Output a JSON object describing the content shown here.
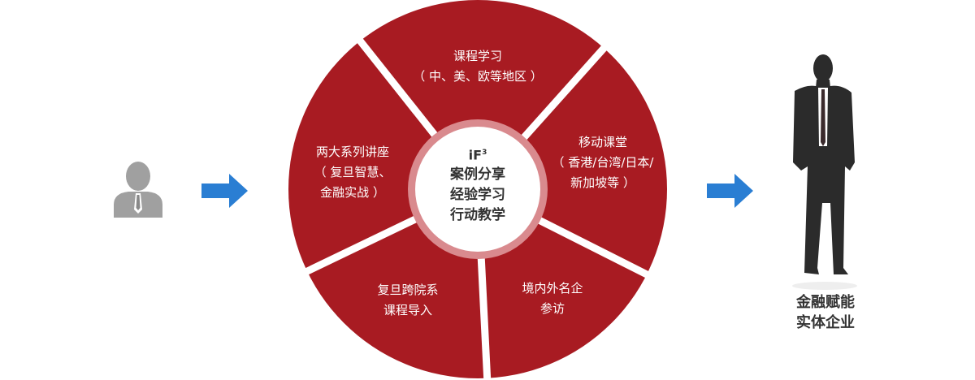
{
  "colors": {
    "segment_red": "#a81b22",
    "arrow_blue": "#2a7ed3",
    "ring_pink": "#d98a8e",
    "figure_dark": "#2b2b2b",
    "figure_gray": "#a0a0a0"
  },
  "center": {
    "brand": "iF",
    "brand_sup": "3",
    "lines": [
      "案例分享",
      "经验学习",
      "行动教学"
    ]
  },
  "segments": [
    {
      "lines": [
        "课程学习",
        "（ 中、美、欧等地区 ）"
      ]
    },
    {
      "lines": [
        "移动课堂",
        "（ 香港/台湾/日本/",
        "新加坡等 ）"
      ]
    },
    {
      "lines": [
        "境内外名企",
        "参访"
      ]
    },
    {
      "lines": [
        "复旦跨院系",
        "课程导入"
      ]
    },
    {
      "lines": [
        "两大系列讲座",
        "（ 复旦智慧、",
        "金融实战 ）"
      ]
    }
  ],
  "outcome": {
    "lines": [
      "金融赋能",
      "实体企业"
    ]
  }
}
